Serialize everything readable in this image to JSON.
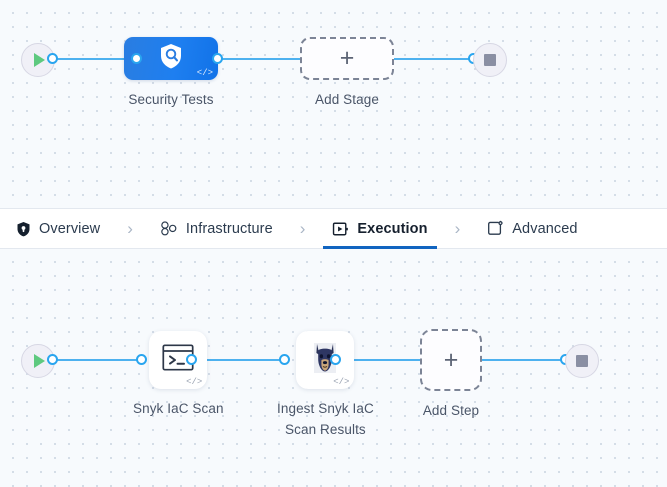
{
  "theme": {
    "canvas_bg": "#f7fafd",
    "grid_dot": "#c9d3e0",
    "connector": "#4db1ef",
    "port_ring": "#29a5ef",
    "stage_blue": "#1e7ff0",
    "active_tab_underline": "#1064c0",
    "start_green": "#5ec97f",
    "stop_gray": "#8a8fa3"
  },
  "tabs": [
    {
      "label": "Overview",
      "icon": "shield-icon",
      "active": false
    },
    {
      "label": "Infrastructure",
      "icon": "infrastructure-icon",
      "active": false
    },
    {
      "label": "Execution",
      "icon": "execution-icon",
      "active": true
    },
    {
      "label": "Advanced",
      "icon": "advanced-icon",
      "active": false
    }
  ],
  "tab_separator": "›",
  "stage_graph": {
    "start_node": {
      "name": "pipeline-start",
      "icon": "play-icon"
    },
    "end_node": {
      "name": "pipeline-end",
      "icon": "stop-icon"
    },
    "nodes": [
      {
        "label": "Security Tests",
        "icon": "shield-search-icon",
        "badge": "</>",
        "type": "stage"
      },
      {
        "label": "Add Stage",
        "icon": "plus-icon",
        "type": "add"
      }
    ]
  },
  "step_graph": {
    "start_node": {
      "name": "execution-start",
      "icon": "play-icon"
    },
    "end_node": {
      "name": "execution-end",
      "icon": "stop-icon"
    },
    "nodes": [
      {
        "label": "Snyk IaC Scan",
        "icon": "terminal-icon",
        "badge": "</>",
        "type": "step"
      },
      {
        "label": "Ingest Snyk IaC\nScan Results",
        "icon": "doberman-icon",
        "badge": "</>",
        "type": "step"
      },
      {
        "label": "Add Step",
        "icon": "plus-icon",
        "type": "add"
      }
    ]
  }
}
